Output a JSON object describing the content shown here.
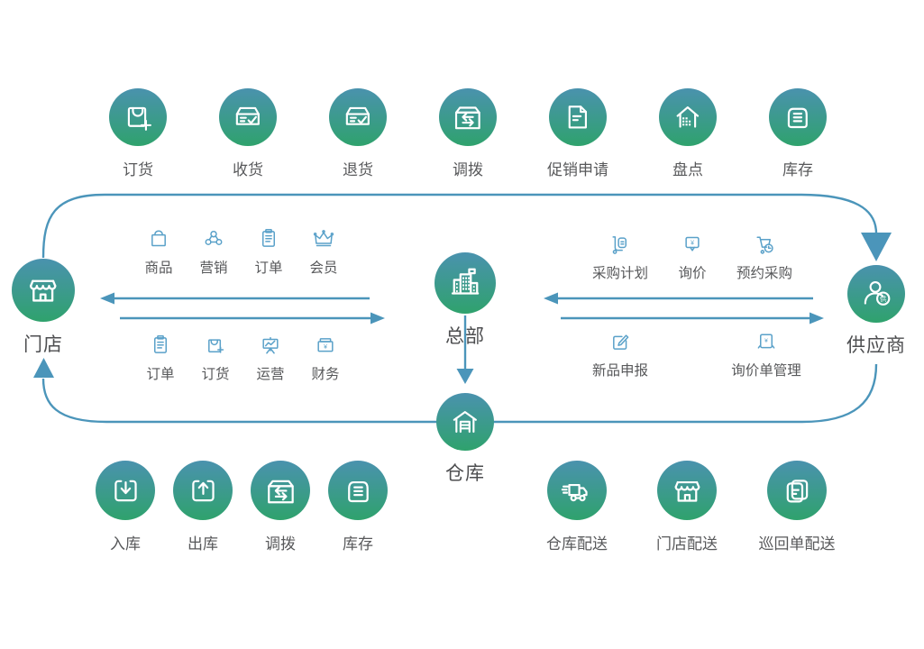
{
  "palette": {
    "circle_gradient_top": "#4a92ae",
    "circle_gradient_bottom": "#2fa26d",
    "connector_blue": "#4b95ba",
    "mini_icon_blue": "#5aa1c9",
    "label_gray": "#58595b"
  },
  "currency": "¥",
  "top_row": [
    {
      "label": "订货",
      "icon": "order-bag-plus-icon"
    },
    {
      "label": "收货",
      "icon": "receive-box-icon"
    },
    {
      "label": "退货",
      "icon": "return-box-icon"
    },
    {
      "label": "调拨",
      "icon": "transfer-box-icon"
    },
    {
      "label": "促销申请",
      "icon": "promo-doc-icon"
    },
    {
      "label": "盘点",
      "icon": "stocktake-house-icon"
    },
    {
      "label": "库存",
      "icon": "inventory-box-icon"
    }
  ],
  "entities": {
    "store": {
      "label": "门店",
      "icon": "storefront-icon"
    },
    "hq": {
      "label": "总部",
      "icon": "headquarters-icon"
    },
    "warehouse": {
      "label": "仓库",
      "icon": "warehouse-icon"
    },
    "supplier": {
      "label": "供应商",
      "icon": "supplier-person-icon",
      "badge": "供"
    }
  },
  "store_hq_panel": {
    "top_items": [
      {
        "label": "商品",
        "icon": "goods-bag-icon"
      },
      {
        "label": "营销",
        "icon": "marketing-network-icon"
      },
      {
        "label": "订单",
        "icon": "order-clipboard-icon"
      },
      {
        "label": "会员",
        "icon": "member-crown-icon"
      }
    ],
    "bottom_items": [
      {
        "label": "订单",
        "icon": "order-clipboard-icon"
      },
      {
        "label": "订货",
        "icon": "order-bag-small-icon"
      },
      {
        "label": "运营",
        "icon": "operations-board-icon"
      },
      {
        "label": "财务",
        "icon": "finance-cashbox-icon"
      }
    ]
  },
  "hq_supplier_panel": {
    "top_items": [
      {
        "label": "采购计划",
        "icon": "purchase-plan-trolley-icon"
      },
      {
        "label": "询价",
        "icon": "inquiry-bubble-icon"
      },
      {
        "label": "预约采购",
        "icon": "reserve-cart-icon"
      }
    ],
    "bottom_items": [
      {
        "label": "新品申报",
        "icon": "new-product-edit-icon"
      },
      {
        "label": "询价单管理",
        "icon": "inquiry-doc-icon"
      }
    ]
  },
  "bottom_left_row": [
    {
      "label": "入库",
      "icon": "inbound-arrow-icon"
    },
    {
      "label": "出库",
      "icon": "outbound-arrow-icon"
    },
    {
      "label": "调拨",
      "icon": "transfer-box-icon"
    },
    {
      "label": "库存",
      "icon": "inventory-box-icon"
    }
  ],
  "bottom_right_row": [
    {
      "label": "仓库配送",
      "icon": "delivery-truck-icon"
    },
    {
      "label": "门店配送",
      "icon": "storefront-icon"
    },
    {
      "label": "巡回单配送",
      "icon": "docs-stack-icon"
    }
  ]
}
